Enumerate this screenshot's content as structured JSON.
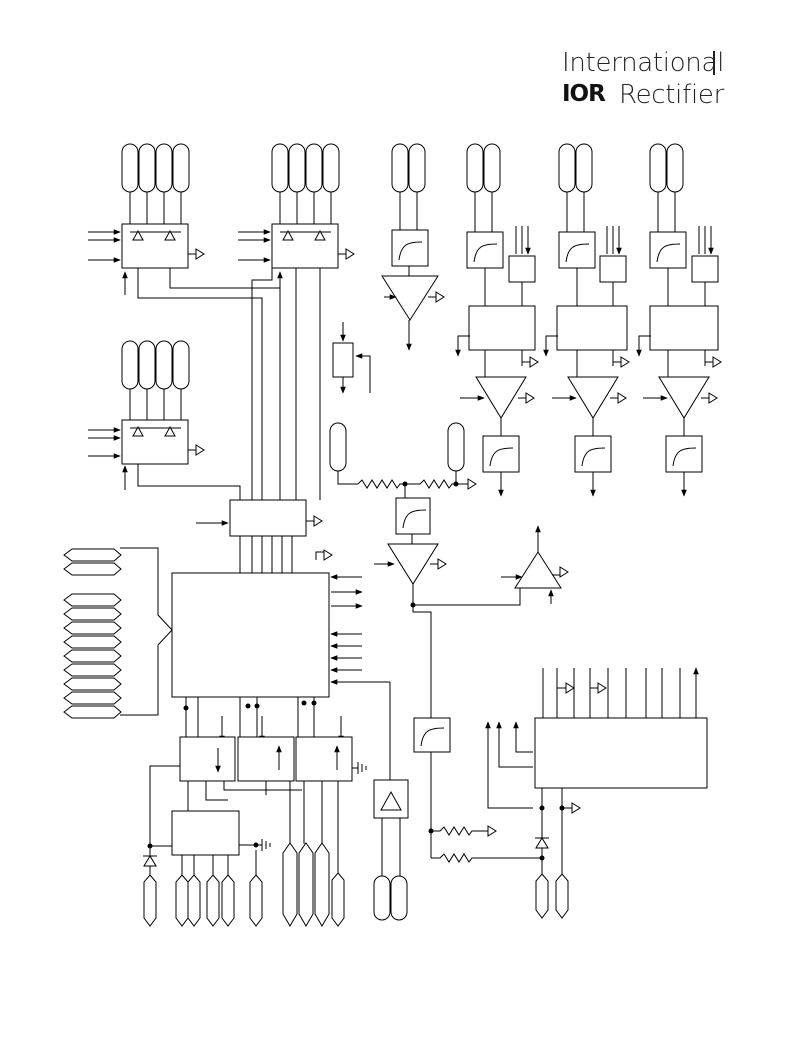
{
  "header": {
    "brand_line1": "International",
    "brand_mark": "IOR",
    "brand_line2": "Rectifier"
  },
  "diagram": {
    "type": "unlabeled block diagram",
    "text_labels": []
  }
}
